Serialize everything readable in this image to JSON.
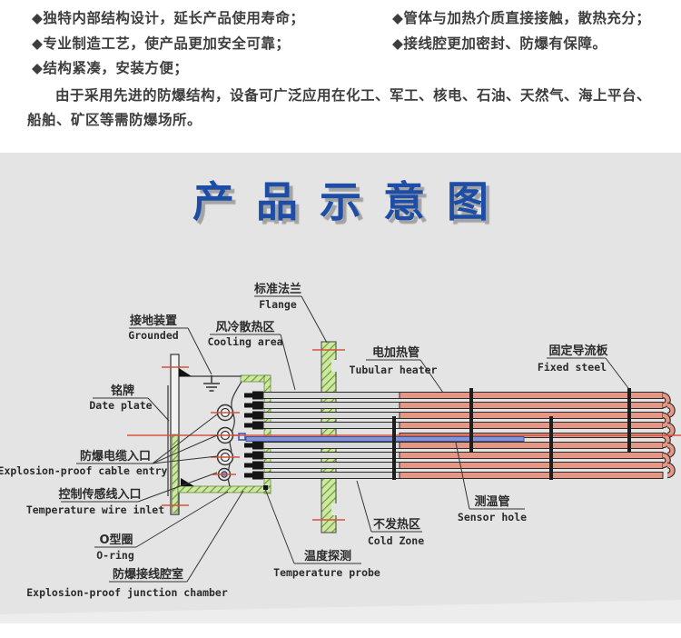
{
  "intro": {
    "bullets_left": [
      "◆独特内部结构设计，延长产品使用寿命；",
      "◆专业制造工艺，使产品更加安全可靠；",
      "◆结构紧凑，安装方便；"
    ],
    "bullets_right": [
      "◆管体与加热介质直接接触，散热充分；",
      "◆接线腔更加密封、防爆有保障。"
    ],
    "paragraph": "由于采用先进的防爆结构，设备可广泛应用在化工、军工、核电、石油、天然气、海上平台、船舶、矿区等需防爆场所。"
  },
  "title": "产品示意图",
  "diagram": {
    "labels": {
      "grounded": {
        "cn": "接地装置",
        "en": "Grounded"
      },
      "flange": {
        "cn": "标准法兰",
        "en": "Flange"
      },
      "cooling": {
        "cn": "风冷散热区",
        "en": "Cooling area"
      },
      "heater": {
        "cn": "电加热管",
        "en": "Tubular heater"
      },
      "fixed_steel": {
        "cn": "固定导流板",
        "en": "Fixed steel"
      },
      "date_plate": {
        "cn": "铭牌",
        "en": "Date plate"
      },
      "cable_entry": {
        "cn": "防爆电缆入口",
        "en": "Explosion-proof cable entry"
      },
      "wire_inlet": {
        "cn": "控制传感线入口",
        "en": "Temperature wire inlet"
      },
      "o_ring": {
        "cn": "O型圈",
        "en": "O-ring"
      },
      "junction_chamber": {
        "cn": "防爆接线腔室",
        "en": "Explosion-proof junction chamber"
      },
      "temp_probe": {
        "cn": "温度探测",
        "en": "Temperature probe"
      },
      "cold_zone": {
        "cn": "不发热区",
        "en": "Cold Zone"
      },
      "sensor_hole": {
        "cn": "测温管",
        "en": "Sensor hole"
      }
    },
    "colors": {
      "section_bg": "#e4e4e4",
      "title_blue": "#1e4da6",
      "heater_tube": "#e69685",
      "cold_tube": "#d8d8d8",
      "flange_green": "#cfe6a4",
      "centerline_red": "#d4523e",
      "sensor_blue": "#8095d0",
      "text": "#3d3d3d"
    }
  }
}
